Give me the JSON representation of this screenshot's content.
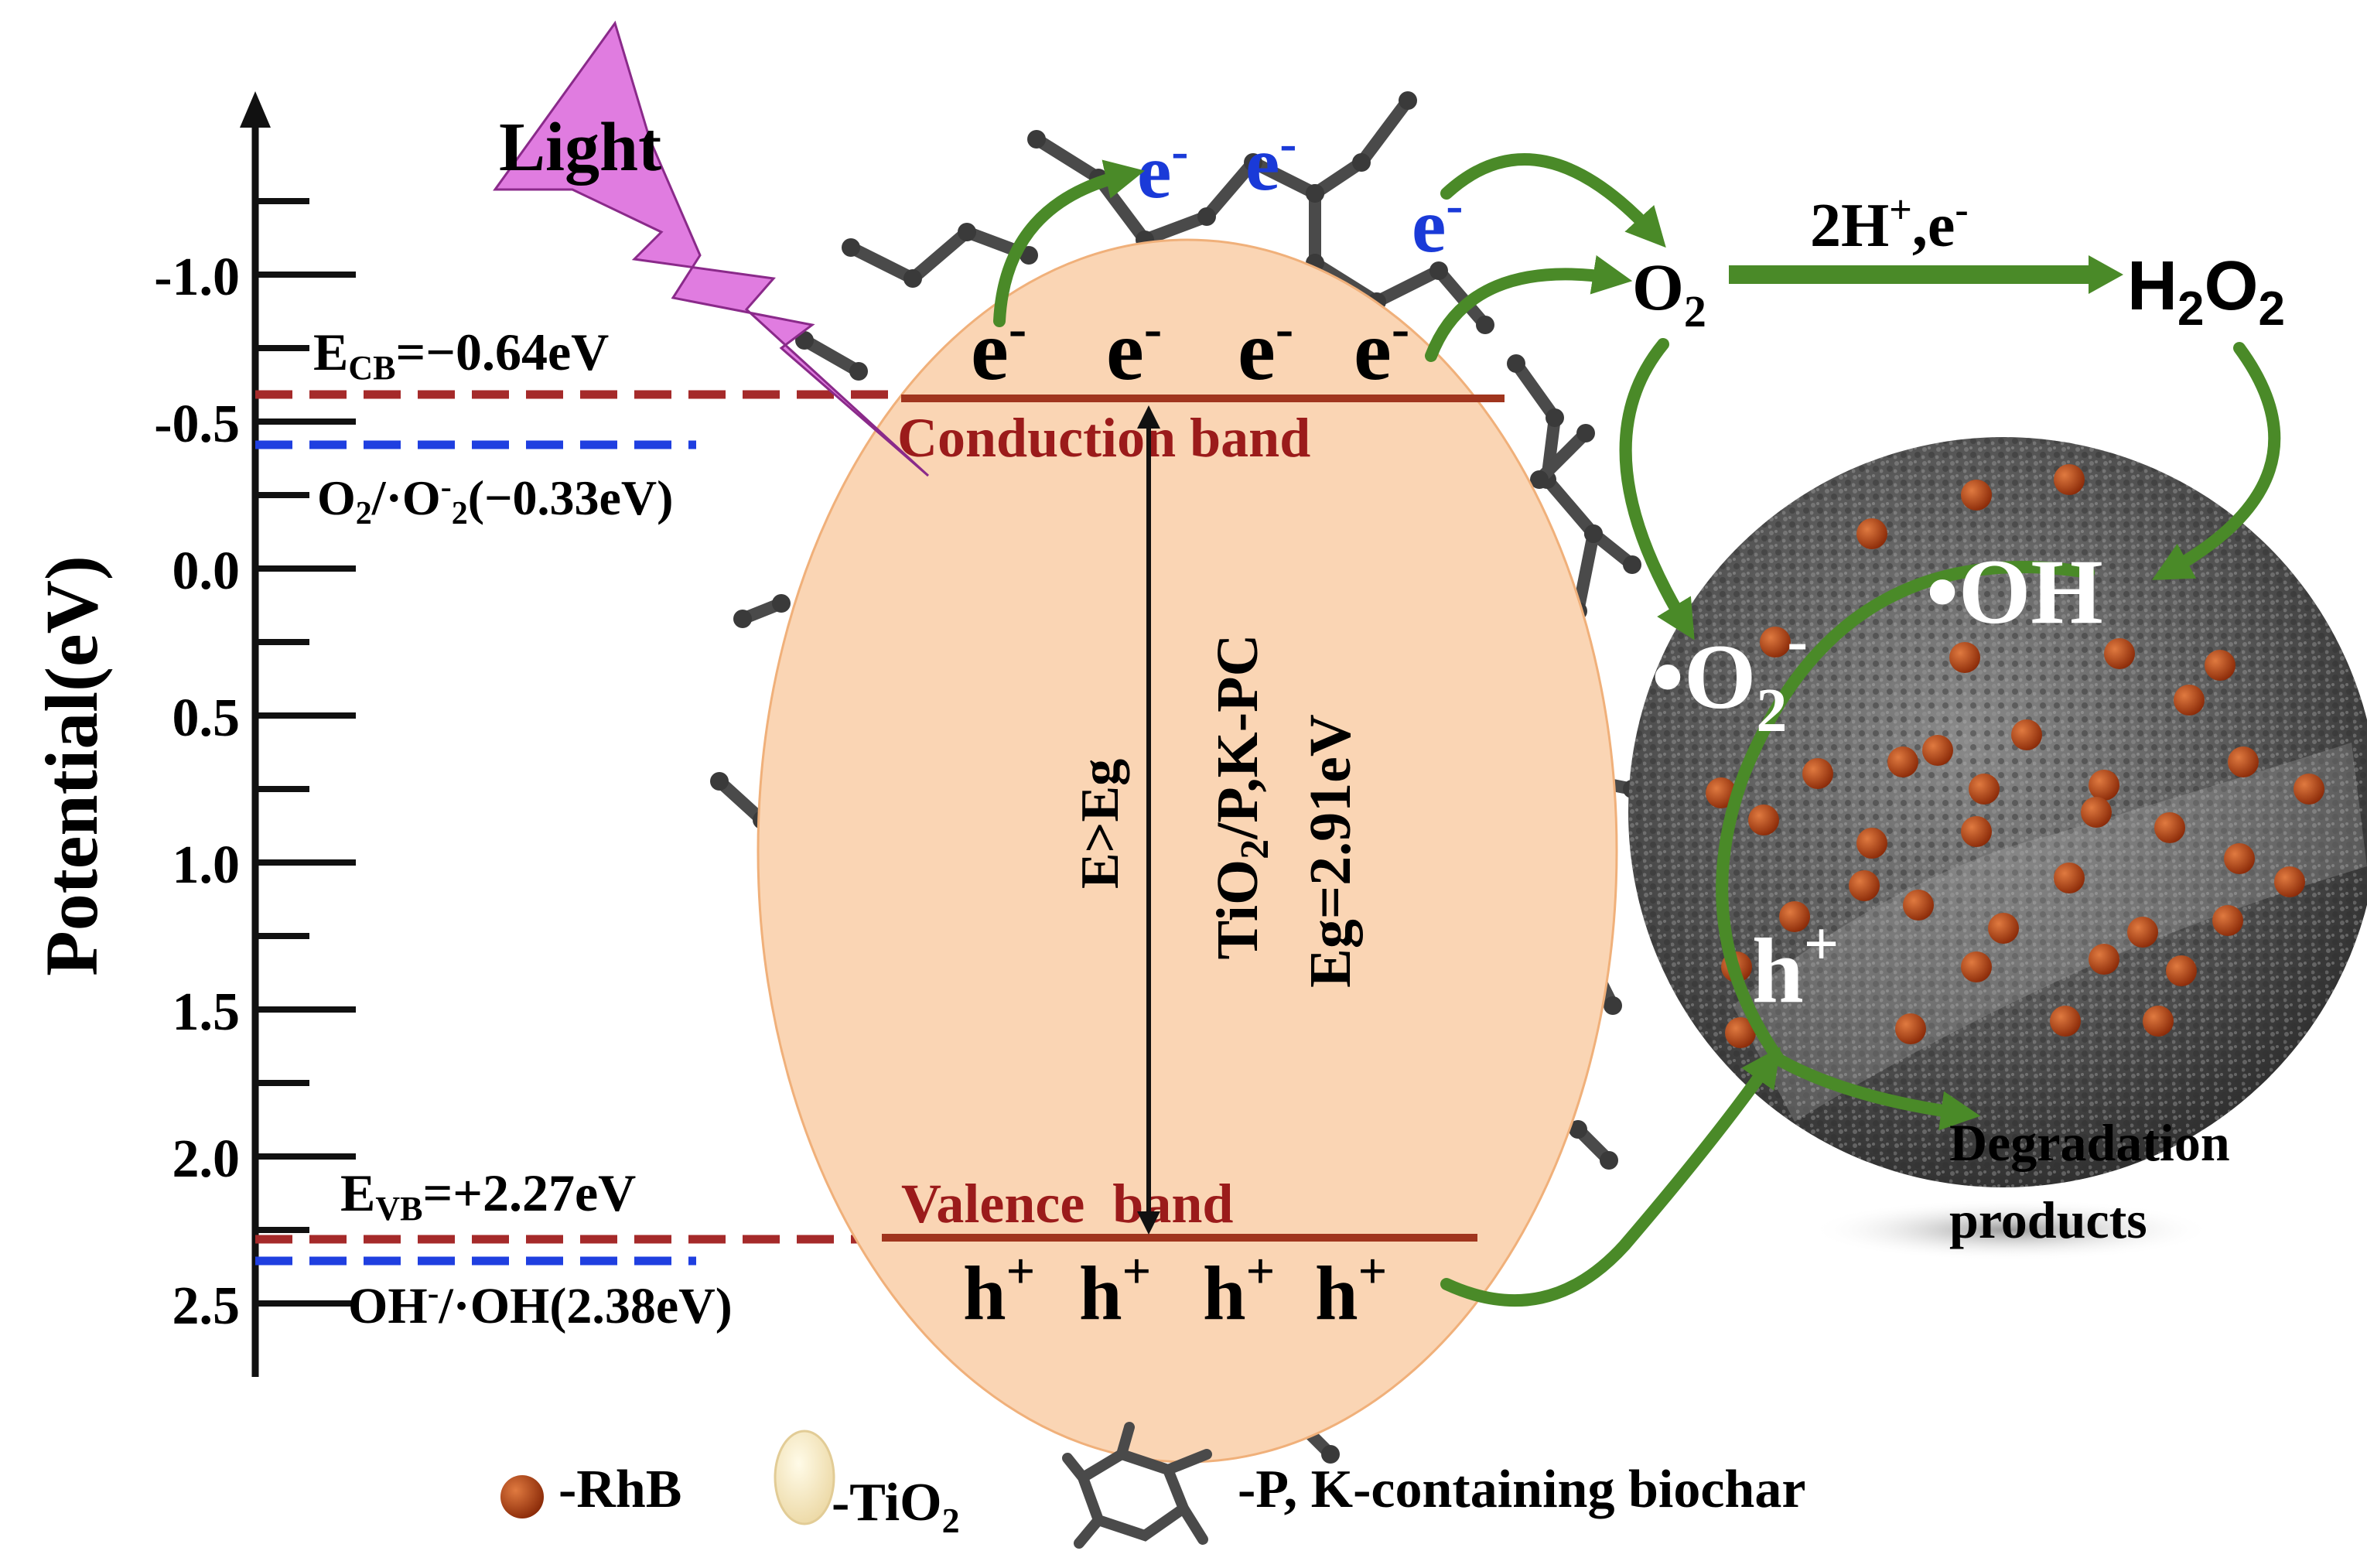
{
  "y_axis": {
    "title": "Potential(eV)",
    "ticks": [
      {
        "label": "-1.0",
        "value": -1.0
      },
      {
        "label": "-0.5",
        "value": -0.5
      },
      {
        "label": "0.0",
        "value": 0.0
      },
      {
        "label": "0.5",
        "value": 0.5
      },
      {
        "label": "1.0",
        "value": 1.0
      },
      {
        "label": "1.5",
        "value": 1.5
      },
      {
        "label": "2.0",
        "value": 2.0
      },
      {
        "label": "2.5",
        "value": 2.5
      }
    ]
  },
  "levels": {
    "ecb": {
      "value": -0.64,
      "label_main": "E",
      "label_sub": "CB",
      "label_tail": "=−0.64eV"
    },
    "o2_redox": {
      "value": -0.33,
      "label_a": "O",
      "label_a_sub": "2",
      "label_b": "/·O",
      "label_b_sup": "-",
      "label_b_sub": "2",
      "label_c": "(−0.33eV)"
    },
    "evb": {
      "value": 2.27,
      "label_main": "E",
      "label_sub": "VB",
      "label_tail": "=+2.27eV"
    },
    "oh_redox": {
      "value": 2.38,
      "label_a": "OH",
      "label_a_sup": "-",
      "label_b": "/·OH(2.38eV)"
    }
  },
  "light_label": "Light",
  "electron_symbol": "e",
  "electron_charge": "-",
  "hole_symbol": "h",
  "hole_charge": "+",
  "conduction_band_label": "Conduction band",
  "valence_band_label": "Valence  band",
  "excitation_label": "E>Eg",
  "catalyst_label_a": "TiO",
  "catalyst_label_sub": "2",
  "catalyst_label_b": "/P,K-PC",
  "bandgap_label": "Eg=2.91eV",
  "species": {
    "o2": "O",
    "o2_sub": "2",
    "reaction_label": "2H",
    "reaction_sup1": "+",
    "reaction_mid": ",e",
    "reaction_sup2": "-",
    "h2o2_h": "H",
    "h2o2_sub1": "2",
    "h2o2_o": "O",
    "h2o2_sub2": "2",
    "superoxide_dot": "•",
    "superoxide": "O",
    "superoxide_sub": "2",
    "superoxide_sup": "-",
    "hydroxyl_dot": "•",
    "hydroxyl": "OH",
    "hole": "h",
    "hole_sup": "+",
    "degradation_line1": "Degradation",
    "degradation_line2": "products"
  },
  "legend": {
    "rhb": "-RhB",
    "tio2": "-TiO",
    "tio2_sub": "2",
    "biochar": "-P, K-containing biochar"
  },
  "colors": {
    "ecb_line": "#a52a2a",
    "redox_line": "#1f3fe0",
    "band_line": "#a0351e",
    "band_text": "#9b1b1b",
    "arrow_green": "#4a8a28",
    "ellipse_fill": "#fad5b4",
    "light_fill": "#e07ce0",
    "electron_blue": "#1a3ad8",
    "rhb_dot": "#b84a14"
  }
}
